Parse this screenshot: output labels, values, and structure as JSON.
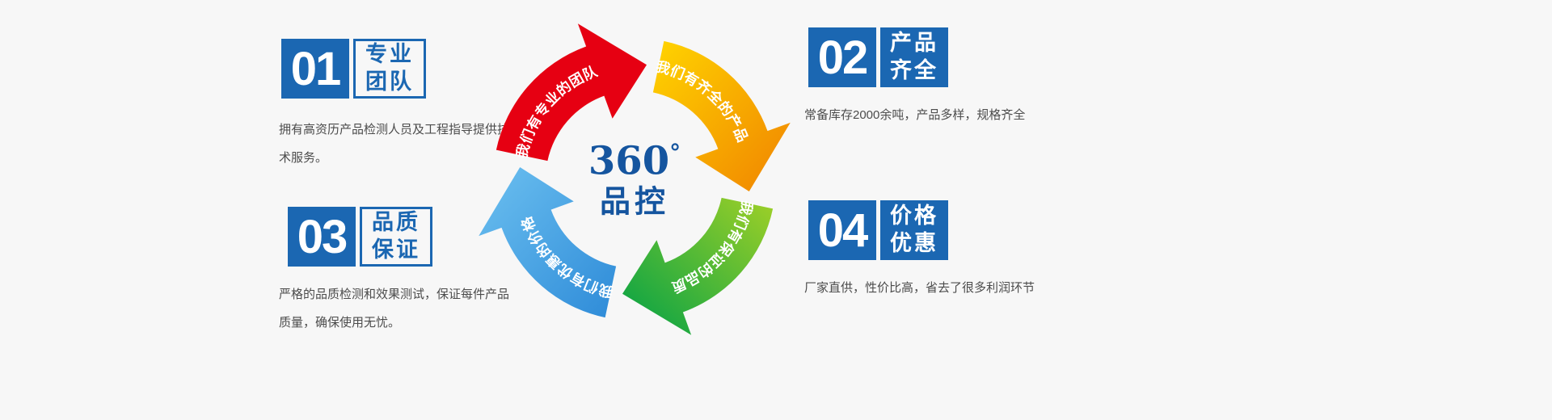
{
  "background_color": "#f7f7f7",
  "brand_blue": "#1b67b2",
  "center": {
    "value": "360",
    "degree": "°",
    "label": "品控"
  },
  "arrows": [
    {
      "name": "red",
      "color": "#e60012",
      "label": "我们有专业的团队"
    },
    {
      "name": "yellow",
      "colors": [
        "#ffd400",
        "#f08300"
      ],
      "label": "我们有齐全的产品"
    },
    {
      "name": "green",
      "colors": [
        "#9fd027",
        "#00a047"
      ],
      "label": "我们有保证的品质"
    },
    {
      "name": "blue",
      "colors": [
        "#2e8bd8",
        "#6cc0f0"
      ],
      "label": "我们有优惠的价格"
    }
  ],
  "features": [
    {
      "number": "01",
      "title_lines": [
        "专业",
        "团队"
      ],
      "description": "拥有高资历产品检测人员及工程指导提供技术服务。"
    },
    {
      "number": "02",
      "title_lines": [
        "产品",
        "齐全"
      ],
      "description": "常备库存2000余吨，产品多样，规格齐全"
    },
    {
      "number": "03",
      "title_lines": [
        "品质",
        "保证"
      ],
      "description": "严格的品质检测和效果测试，保证每件产品质量，确保使用无忧。"
    },
    {
      "number": "04",
      "title_lines": [
        "价格",
        "优惠"
      ],
      "description": "厂家直供，性价比高，省去了很多利润环节"
    }
  ]
}
